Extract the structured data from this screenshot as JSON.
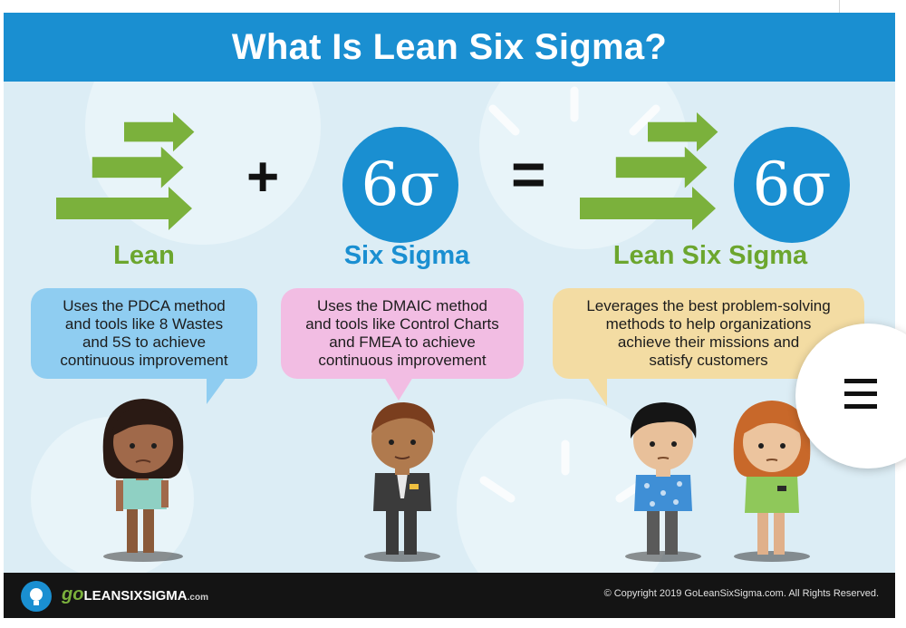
{
  "header": {
    "title": "What Is Lean Six Sigma?"
  },
  "operators": {
    "plus": "+",
    "equals": "="
  },
  "badge_symbol": "6σ",
  "columns": [
    {
      "heading": "Lean",
      "heading_color": "#6ca62e",
      "bubble_lines": [
        "Uses the PDCA method",
        "and tools like 8 Wastes",
        "and 5S to achieve",
        "continuous improvement"
      ],
      "bubble_color": "#8fcdf1"
    },
    {
      "heading": "Six Sigma",
      "heading_color": "#1a8fd1",
      "bubble_lines": [
        "Uses the DMAIC method",
        "and tools like Control Charts",
        "and FMEA to achieve",
        "continuous improvement"
      ],
      "bubble_color": "#f2bde3"
    },
    {
      "heading": "Lean Six Sigma",
      "heading_color": "#6ca62e",
      "bubble_lines": [
        "Leverages the best problem-solving",
        "methods to help organizations",
        "achieve their missions and",
        "satisfy customers"
      ],
      "bubble_color": "#f3dca3"
    }
  ],
  "footer": {
    "logo_go": "go",
    "logo_name": "LEANSIXSIGMA",
    "logo_domain": ".com",
    "copyright": "© Copyright 2019 GoLeanSixSigma.com. All Rights Reserved."
  },
  "icons": {
    "menu": "hamburger-menu-icon",
    "logo": "lightbulb-icon"
  },
  "colors": {
    "header": "#1a8fd1",
    "arrow": "#7bb13c",
    "footer": "#141414",
    "background": "#dcedf5"
  }
}
